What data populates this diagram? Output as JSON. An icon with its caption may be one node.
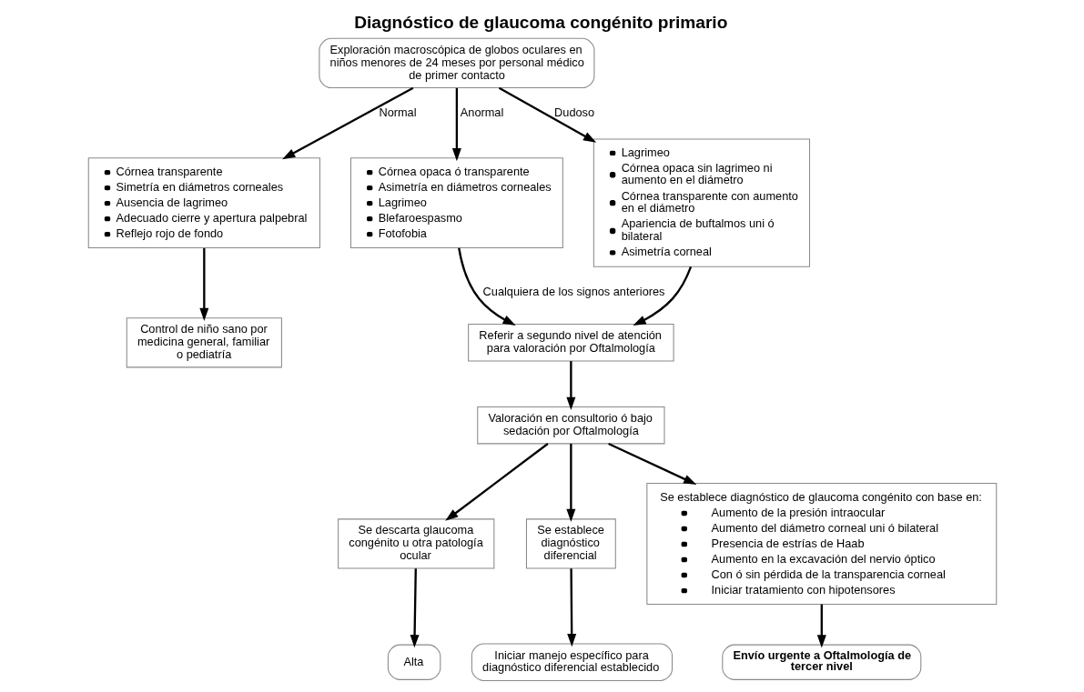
{
  "diagram": {
    "title": "Diagnóstico de glaucoma congénito primario",
    "nodes": [
      {
        "text": [
          "Exploración macroscópica de globos oculares en niños menores de 24 meses por personal médico de primer contacto"
        ]
      },
      {
        "text": [
          "Córnea transparente",
          "Simetría en diámetros corneales",
          "Ausencia de lagrimeo",
          "Adecuado cierre y apertura palpebral",
          "Reflejo rojo de fondo"
        ]
      },
      {
        "text": [
          "Córnea opaca ó transparente",
          "Asimetría en diámetros corneales",
          "Lagrimeo",
          "Blefaroespasmo",
          "Fotofobia"
        ]
      },
      {
        "text": [
          "Lagrimeo",
          "Córnea opaca sin lagrimeo ni aumento en el diámetro",
          "Córnea transparente con aumento en el diámetro",
          "Apariencia de buftalmos uni ó bilateral",
          "Asimetría corneal"
        ]
      },
      {
        "text": [
          "Control de niño sano por medicina general, familiar o pediatría"
        ]
      },
      {
        "text": [
          "Referir a segundo nivel de atención para valoración por Oftalmología"
        ]
      },
      {
        "text": [
          "Valoración en consultorio ó bajo sedación por Oftalmología"
        ]
      },
      {
        "text": [
          "Se descarta glaucoma congénito u otra patología ocular"
        ]
      },
      {
        "text": [
          "Se establece diagnóstico diferencial"
        ]
      },
      {
        "text": [
          "Se establece diagnóstico de glaucoma congénito con base en:",
          "Aumento de la presión intraocular",
          "Aumento del diámetro corneal uni ó bilateral",
          "Presencia de estrías de Haab",
          "Aumento en la excavación del nervio óptico",
          "Con ó sin pérdida de la transparencia corneal",
          "Iniciar tratamiento con hipotensores"
        ]
      },
      {
        "text": [
          "Alta"
        ]
      },
      {
        "text": [
          "Iniciar manejo específico para diagnóstico diferencial establecido"
        ]
      },
      {
        "text": [
          "Envío urgente a Oftalmología de tercer nivel"
        ]
      }
    ],
    "edges": [
      {
        "from": 0,
        "to": 1,
        "arrow": "to",
        "label": "Normal"
      },
      {
        "from": 0,
        "to": 2,
        "arrow": "to",
        "label": "Anormal"
      },
      {
        "from": 0,
        "to": 3,
        "arrow": "to",
        "label": "Dudoso"
      },
      {
        "from": 1,
        "to": 4,
        "arrow": "to"
      },
      {
        "from": 2,
        "to": 5,
        "arrow": "to",
        "label": "Cualquiera de los signos anteriores"
      },
      {
        "from": 3,
        "to": 5,
        "arrow": "to"
      },
      {
        "from": 5,
        "to": 6,
        "arrow": "to"
      },
      {
        "from": 6,
        "to": 7,
        "arrow": "to"
      },
      {
        "from": 6,
        "to": 8,
        "arrow": "to"
      },
      {
        "from": 6,
        "to": 9,
        "arrow": "to"
      },
      {
        "from": 7,
        "to": 10,
        "arrow": "to"
      },
      {
        "from": 8,
        "to": 11,
        "arrow": "to"
      },
      {
        "from": 9,
        "to": 12,
        "arrow": "to"
      }
    ]
  }
}
